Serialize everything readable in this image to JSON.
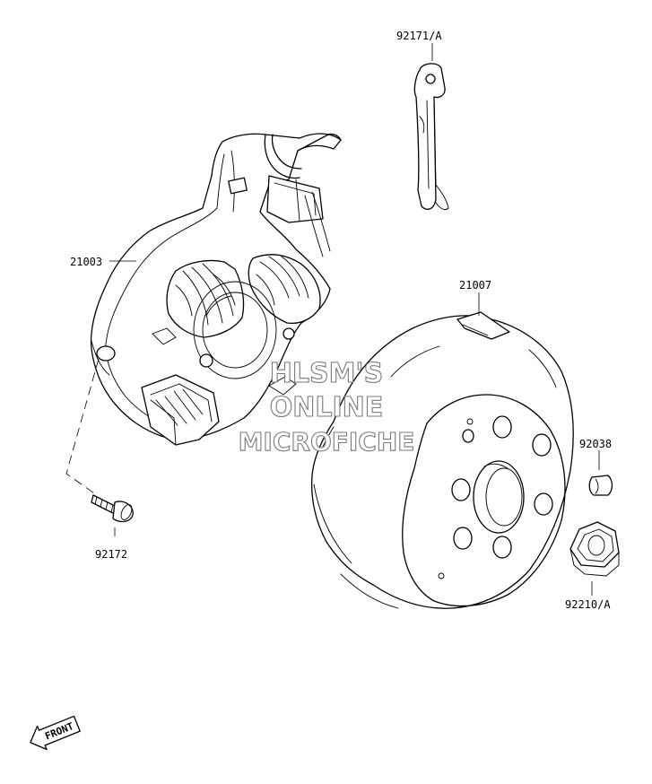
{
  "parts": [
    {
      "id": "part-92171a",
      "number": "92171/A"
    },
    {
      "id": "part-21003",
      "number": "21003"
    },
    {
      "id": "part-21007",
      "number": "21007"
    },
    {
      "id": "part-92038",
      "number": "92038"
    },
    {
      "id": "part-92172",
      "number": "92172"
    },
    {
      "id": "part-92210a",
      "number": "92210/A"
    }
  ],
  "watermark": {
    "line1": "HLSM'S",
    "line2": "ONLINE",
    "line3": "MICROFICHE",
    "color": "#7a7a7a"
  },
  "direction_marker": {
    "label": "FRONT"
  }
}
